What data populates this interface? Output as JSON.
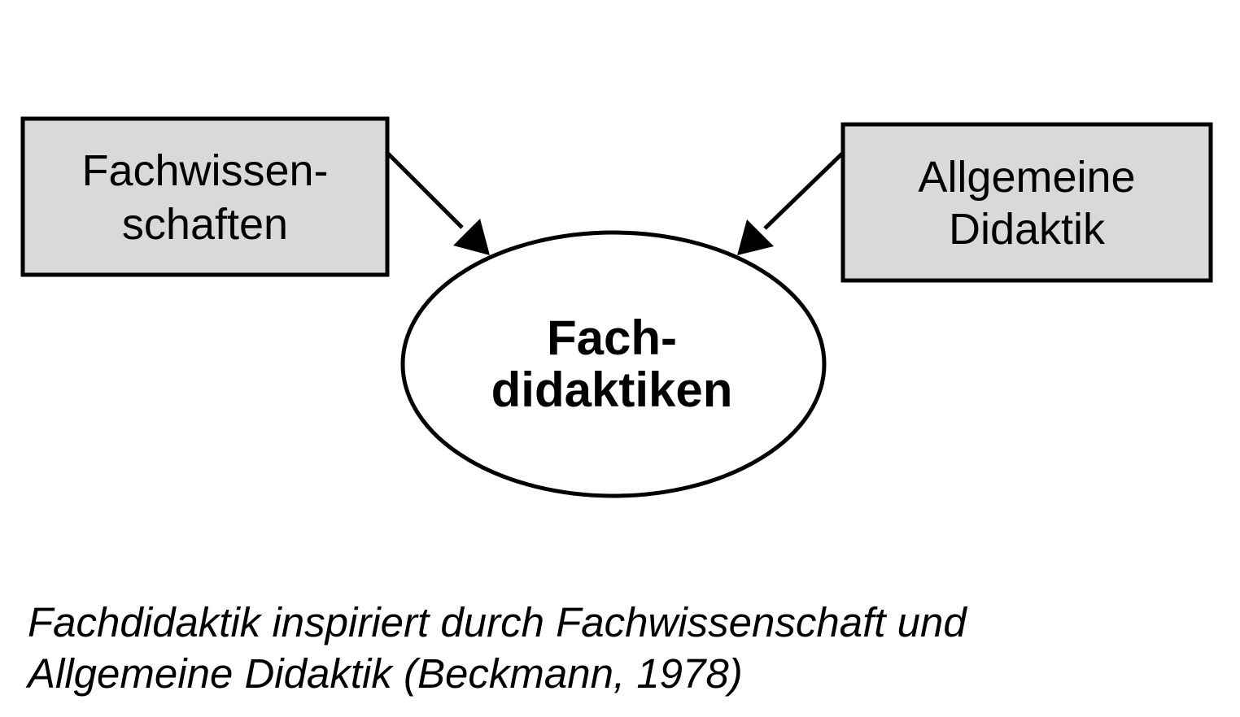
{
  "diagram": {
    "nodes": {
      "left_box": {
        "lines": [
          "Fachwissen-",
          "schaften"
        ]
      },
      "right_box": {
        "lines": [
          "Allgemeine",
          "Didaktik"
        ]
      },
      "center_ellipse": {
        "lines": [
          "Fach-",
          "didaktiken"
        ]
      }
    },
    "edges": [
      {
        "from": "left_box",
        "to": "center_ellipse"
      },
      {
        "from": "right_box",
        "to": "center_ellipse"
      }
    ],
    "colors": {
      "box_fill": "#d9d9d9",
      "ellipse_fill": "#ffffff",
      "stroke": "#000000"
    }
  },
  "caption": {
    "line1": "Fachdidaktik inspiriert durch Fachwissenschaft und",
    "line2": "Allgemeine Didaktik (Beckmann, 1978)"
  }
}
